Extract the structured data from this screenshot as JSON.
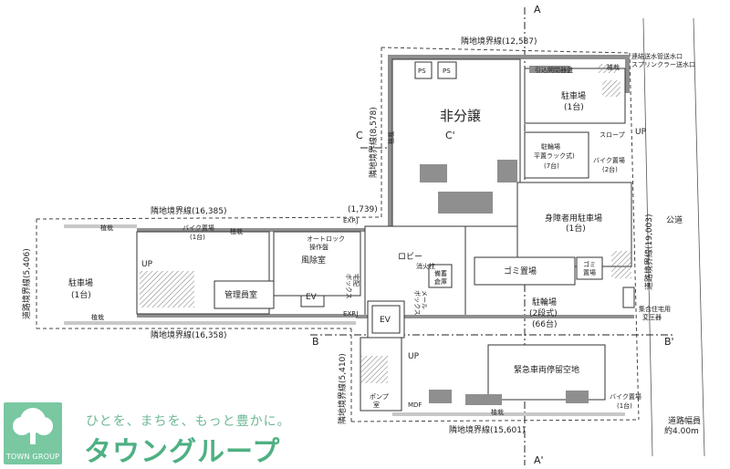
{
  "labels": {
    "section_A": "A",
    "section_A_prime": "A'",
    "section_B": "B",
    "section_B_prime": "B'",
    "section_C": "C",
    "section_C_prime": "C'",
    "top_boundary": "隣地境界線(12,587)",
    "left_vertical_boundary": "隣地境界線(8,578)",
    "mid_boundary": "隣地境界線(16,385)",
    "mid_boundary_dim": "(1,739)",
    "lower_boundary": "隣地境界線(16,358)",
    "left_road_boundary": "道路境界線(5,406)",
    "lower_vertical_boundary": "隣地境界線(5,410)",
    "bottom_boundary": "隣地境界線(15,601)",
    "right_road_boundary": "道路境界線(19,003)",
    "public_road": "公道",
    "road_width_1": "道路幅員",
    "road_width_2": "約4.00m",
    "non_sale": "非分譲",
    "ps1": "PS",
    "ps2": "PS",
    "intake": "引込開閉器盤",
    "fire_inlet_1": "連結送水管送水口",
    "fire_inlet_2": "スプリンクラー送水口",
    "planting_tr": "植栽",
    "parking_top_1": "駐車場",
    "parking_top_2": "(1台)",
    "slope": "スロープ",
    "up_right": "UP",
    "bike_rack_1": "駐輪場",
    "bike_rack_2": "平置ラック式)",
    "bike_rack_3": "(7台)",
    "moto_right_1": "バイク置場",
    "moto_right_2": "(2台)",
    "planting_c": "植栽",
    "expj_top": "EXP.J",
    "planting_left_top": "植栽",
    "moto_left_1": "バイク置場",
    "moto_left_2": "(1台)",
    "planting_mid": "植栽",
    "autolock_1": "オートロック",
    "autolock_2": "操作盤",
    "windbreak": "風除室",
    "lobby": "ロビー",
    "hydrant": "消火栓",
    "disabled_parking_1": "身障者用駐車場",
    "disabled_parking_2": "(1台)",
    "garbage": "ゴミ置場",
    "garbage_small_1": "ゴミ",
    "garbage_small_2": "置場",
    "storage_1": "備蓄",
    "storage_2": "倉庫",
    "parking_left_1": "駐車場",
    "parking_left_2": "(1台)",
    "up_left": "UP",
    "manager": "管理員室",
    "ev_left": "EV",
    "mailbox_1": "メール",
    "mailbox_2": "ボックス",
    "delivery_1": "宅配",
    "delivery_2": "ボックス",
    "bike_lower_1": "駐輪場",
    "bike_lower_2": "(2段式)",
    "bike_lower_3": "(66台)",
    "transformer_1": "集合住宅用",
    "transformer_2": "変圧器",
    "planting_bottom_left": "植栽",
    "expj_bottom": "EXP.J",
    "ev_center": "EV",
    "up_center": "UP",
    "emergency": "緊急車両停留空地",
    "pump_1": "ポンプ",
    "pump_2": "室",
    "mdf": "MDF",
    "planting_bottom": "植栽",
    "moto_bottom_1": "バイク置場",
    "moto_bottom_2": "(1台)"
  },
  "logo": {
    "caption": "TOWN GROUP",
    "tagline": "ひとを、まちを、もっと豊かに。",
    "brand": "タウングループ",
    "color": "#79c8a2"
  }
}
